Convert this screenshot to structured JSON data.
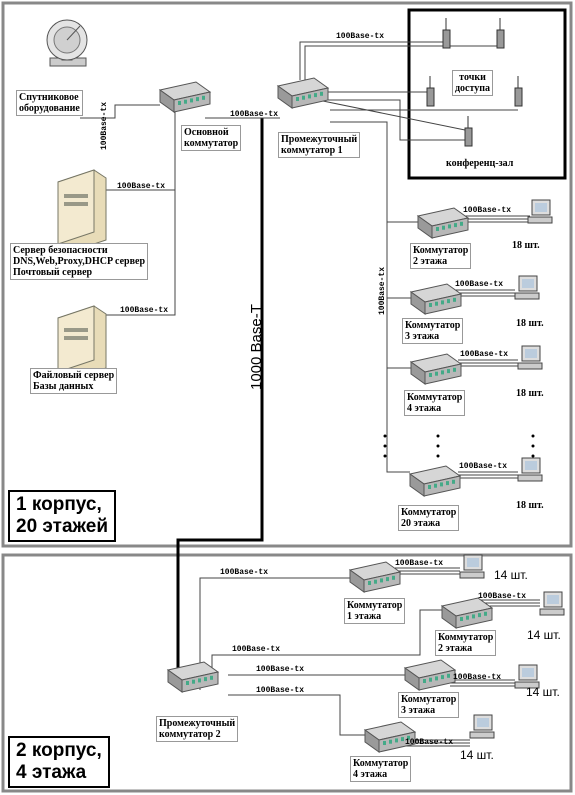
{
  "building1": {
    "title": "1 корпус,",
    "subtitle": "20 этажей",
    "satellite_label": [
      "Спутниковое",
      "оборудование"
    ],
    "main_switch_label": [
      "Основной",
      "коммутатор"
    ],
    "intermediate_switch_label": [
      "Промежуточный",
      "коммутатор   1"
    ],
    "access_points_label": [
      "точки",
      "доступа"
    ],
    "conference_label": "конференц-зал",
    "security_server_label": [
      "Сервер безопасности",
      "DNS,Web,Proxy,DHCP сервер",
      "Почтовый сервер"
    ],
    "file_server_label": [
      "Файловый сервер",
      "Базы данных"
    ],
    "trunk_label": "1000 Base-T",
    "floor_switches": [
      {
        "label": [
          "Коммутатор",
          "2 этажа"
        ],
        "count": "18 шт."
      },
      {
        "label": [
          "Коммутатор",
          "3 этажа"
        ],
        "count": "18 шт."
      },
      {
        "label": [
          "Коммутатор",
          "4 этажа"
        ],
        "count": "18 шт."
      },
      {
        "label": [
          "Коммутатор",
          "20 этажа"
        ],
        "count": "18 шт."
      }
    ]
  },
  "building2": {
    "title": "2 корпус,",
    "subtitle": "4 этажа",
    "intermediate_switch_label": [
      "Промежуточный",
      "коммутатор   2"
    ],
    "floor_switches": [
      {
        "label": [
          "Коммутатор",
          "1 этажа"
        ],
        "count": "14 шт."
      },
      {
        "label": [
          "Коммутатор",
          "2 этажа"
        ],
        "count": "14 шт."
      },
      {
        "label": [
          "Коммутатор",
          "3 этажа"
        ],
        "count": "14 шт."
      },
      {
        "label": [
          "Коммутатор",
          "4 этажа"
        ],
        "count": "14 шт."
      }
    ]
  },
  "speed_label": "100Base-tx",
  "colors": {
    "panel_border": "#888888",
    "trunk": "#000000",
    "switch_body": "#b8b8b8"
  }
}
